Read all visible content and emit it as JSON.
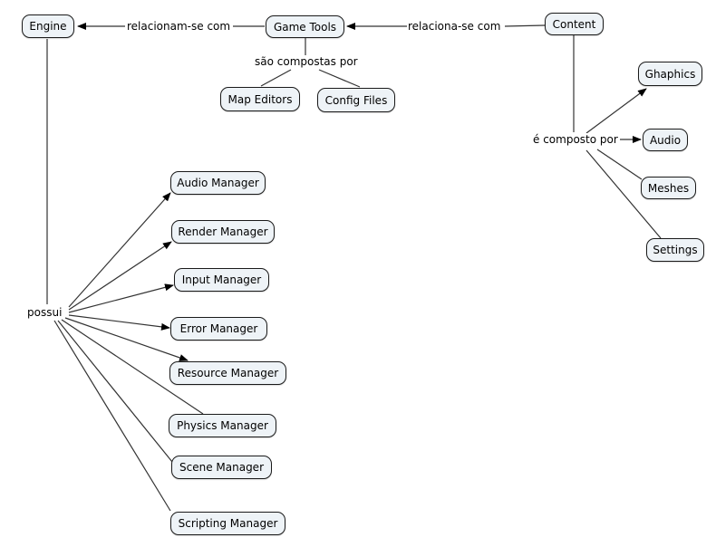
{
  "diagram": {
    "colors": {
      "background": "#ffffff",
      "node_fill": "#eef3f7",
      "node_border": "#1a1a1a",
      "line": "#333333",
      "text": "#000000"
    },
    "nodes": [
      {
        "id": "engine",
        "label": "Engine"
      },
      {
        "id": "game-tools",
        "label": "Game Tools"
      },
      {
        "id": "content",
        "label": "Content"
      },
      {
        "id": "map-editors",
        "label": "Map Editors"
      },
      {
        "id": "config-files",
        "label": "Config Files"
      },
      {
        "id": "ghaphics",
        "label": "Ghaphics"
      },
      {
        "id": "audio",
        "label": "Audio"
      },
      {
        "id": "meshes",
        "label": "Meshes"
      },
      {
        "id": "settings",
        "label": "Settings"
      },
      {
        "id": "audio-manager",
        "label": "Audio Manager"
      },
      {
        "id": "render-manager",
        "label": "Render Manager"
      },
      {
        "id": "input-manager",
        "label": "Input Manager"
      },
      {
        "id": "error-manager",
        "label": "Error Manager"
      },
      {
        "id": "resource-manager",
        "label": "Resource Manager"
      },
      {
        "id": "physics-manager",
        "label": "Physics Manager"
      },
      {
        "id": "scene-manager",
        "label": "Scene Manager"
      },
      {
        "id": "scripting-manager",
        "label": "Scripting Manager"
      }
    ],
    "link_labels": [
      {
        "id": "relacionam-se-com",
        "text": "relacionam-se com"
      },
      {
        "id": "relaciona-se-com",
        "text": "relaciona-se com"
      },
      {
        "id": "sao-compostas-por",
        "text": "são compostas por"
      },
      {
        "id": "e-composto-por",
        "text": "é composto por"
      },
      {
        "id": "possui",
        "text": "possui"
      }
    ],
    "relations": [
      {
        "from": "Game Tools",
        "phrase": "relacionam-se com",
        "to": [
          "Engine"
        ],
        "arrow": true
      },
      {
        "from": "Content",
        "phrase": "relaciona-se com",
        "to": [
          "Game Tools"
        ],
        "arrow": true
      },
      {
        "from": "Game Tools",
        "phrase": "são compostas por",
        "to": [
          "Map Editors",
          "Config Files"
        ],
        "arrow": false
      },
      {
        "from": "Content",
        "phrase": "é composto por",
        "to": [
          "Ghaphics",
          "Audio",
          "Meshes",
          "Settings"
        ],
        "arrow": true
      },
      {
        "from": "Engine",
        "phrase": "possui",
        "to": [
          "Audio Manager",
          "Render Manager",
          "Input Manager",
          "Error Manager",
          "Resource Manager",
          "Physics Manager",
          "Scene Manager",
          "Scripting Manager"
        ],
        "arrow": true
      }
    ]
  }
}
